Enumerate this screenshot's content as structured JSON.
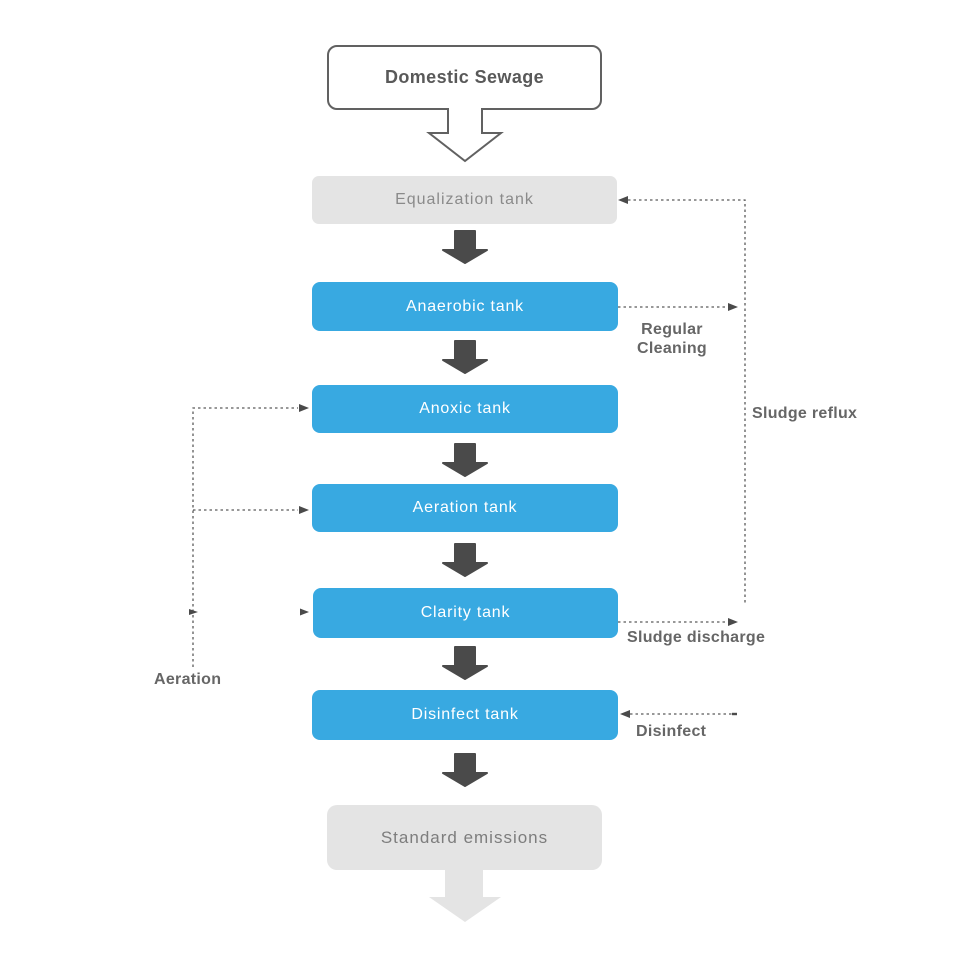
{
  "diagram": {
    "nodes": [
      {
        "id": "domestic-sewage",
        "label": "Domestic Sewage",
        "type": "start"
      },
      {
        "id": "equalization-tank",
        "label": "Equalization tank",
        "type": "gray"
      },
      {
        "id": "anaerobic-tank",
        "label": "Anaerobic tank",
        "type": "blue"
      },
      {
        "id": "anoxic-tank",
        "label": "Anoxic tank",
        "type": "blue"
      },
      {
        "id": "aeration-tank",
        "label": "Aeration tank",
        "type": "blue"
      },
      {
        "id": "clarity-tank",
        "label": "Clarity tank",
        "type": "blue"
      },
      {
        "id": "disinfect-tank",
        "label": "Disinfect tank",
        "type": "blue"
      },
      {
        "id": "standard-emissions",
        "label": "Standard emissions",
        "type": "end"
      }
    ],
    "annotations": [
      {
        "id": "regular-cleaning",
        "label": "Regular\nCleaning"
      },
      {
        "id": "sludge-reflux",
        "label": "Sludge reflux"
      },
      {
        "id": "sludge-discharge",
        "label": "Sludge discharge"
      },
      {
        "id": "disinfect",
        "label": "Disinfect"
      },
      {
        "id": "aeration",
        "label": "Aeration"
      }
    ],
    "edges": [
      {
        "from": "domestic-sewage",
        "to": "equalization-tank",
        "style": "outline-arrow"
      },
      {
        "from": "equalization-tank",
        "to": "anaerobic-tank",
        "style": "solid-arrow"
      },
      {
        "from": "anaerobic-tank",
        "to": "anoxic-tank",
        "style": "solid-arrow"
      },
      {
        "from": "anoxic-tank",
        "to": "aeration-tank",
        "style": "solid-arrow"
      },
      {
        "from": "aeration-tank",
        "to": "clarity-tank",
        "style": "solid-arrow"
      },
      {
        "from": "clarity-tank",
        "to": "disinfect-tank",
        "style": "solid-arrow"
      },
      {
        "from": "disinfect-tank",
        "to": "standard-emissions",
        "style": "solid-arrow"
      },
      {
        "from": "standard-emissions",
        "to": "outflow",
        "style": "light-arrow"
      },
      {
        "from": "anaerobic-tank",
        "to": "regular-cleaning",
        "style": "dashed"
      },
      {
        "from": "clarity-tank",
        "to": "equalization-tank",
        "style": "dashed",
        "label": "Sludge reflux"
      },
      {
        "from": "clarity-tank",
        "to": "sludge-discharge",
        "style": "dashed"
      },
      {
        "from": "disinfect",
        "to": "disinfect-tank",
        "style": "dashed"
      },
      {
        "from": "aeration",
        "to": "anoxic-tank",
        "style": "dashed"
      },
      {
        "from": "aeration",
        "to": "aeration-tank",
        "style": "dashed"
      },
      {
        "from": "aeration",
        "to": "clarity-tank",
        "style": "dashed"
      }
    ],
    "colors": {
      "node_blue": "#38a9e1",
      "node_gray_bg": "#e4e4e4",
      "start_border": "#616161",
      "start_text": "#595959",
      "gray_text": "#8a8a8a",
      "end_text": "#7d7d7d",
      "blue_text": "#ffffff",
      "dark_arrow": "#4a4a4a",
      "light_arrow": "#e4e4e4",
      "connector": "#5a5a5a",
      "annotation_text": "#666666"
    }
  }
}
